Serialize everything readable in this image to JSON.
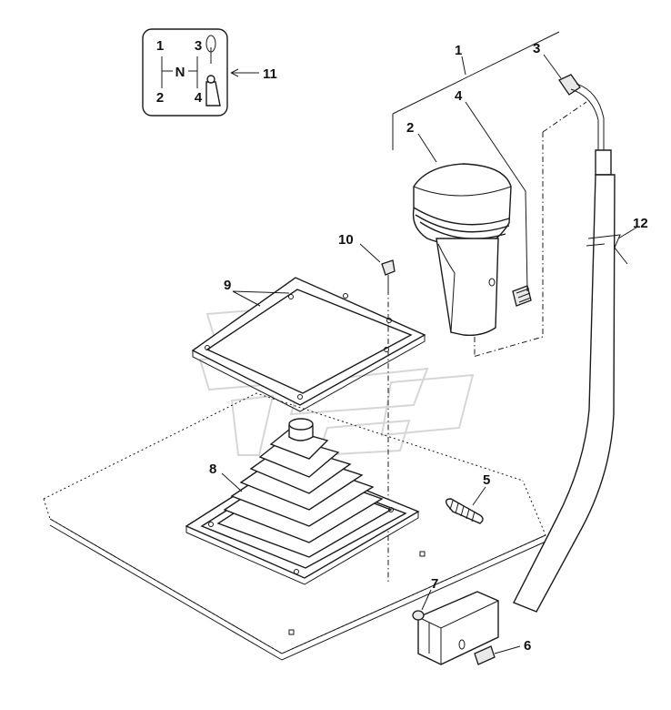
{
  "diagram": {
    "callouts": [
      {
        "id": "1",
        "label": "1"
      },
      {
        "id": "2",
        "label": "2"
      },
      {
        "id": "3",
        "label": "3"
      },
      {
        "id": "4",
        "label": "4"
      },
      {
        "id": "5",
        "label": "5"
      },
      {
        "id": "6",
        "label": "6"
      },
      {
        "id": "7",
        "label": "7"
      },
      {
        "id": "8",
        "label": "8"
      },
      {
        "id": "9",
        "label": "9"
      },
      {
        "id": "10",
        "label": "10"
      },
      {
        "id": "11",
        "label": "11"
      },
      {
        "id": "12",
        "label": "12"
      }
    ],
    "shift_pattern": {
      "top_left": "1",
      "top_right": "3",
      "bottom_left": "2",
      "bottom_right": "4",
      "center": "N"
    }
  }
}
